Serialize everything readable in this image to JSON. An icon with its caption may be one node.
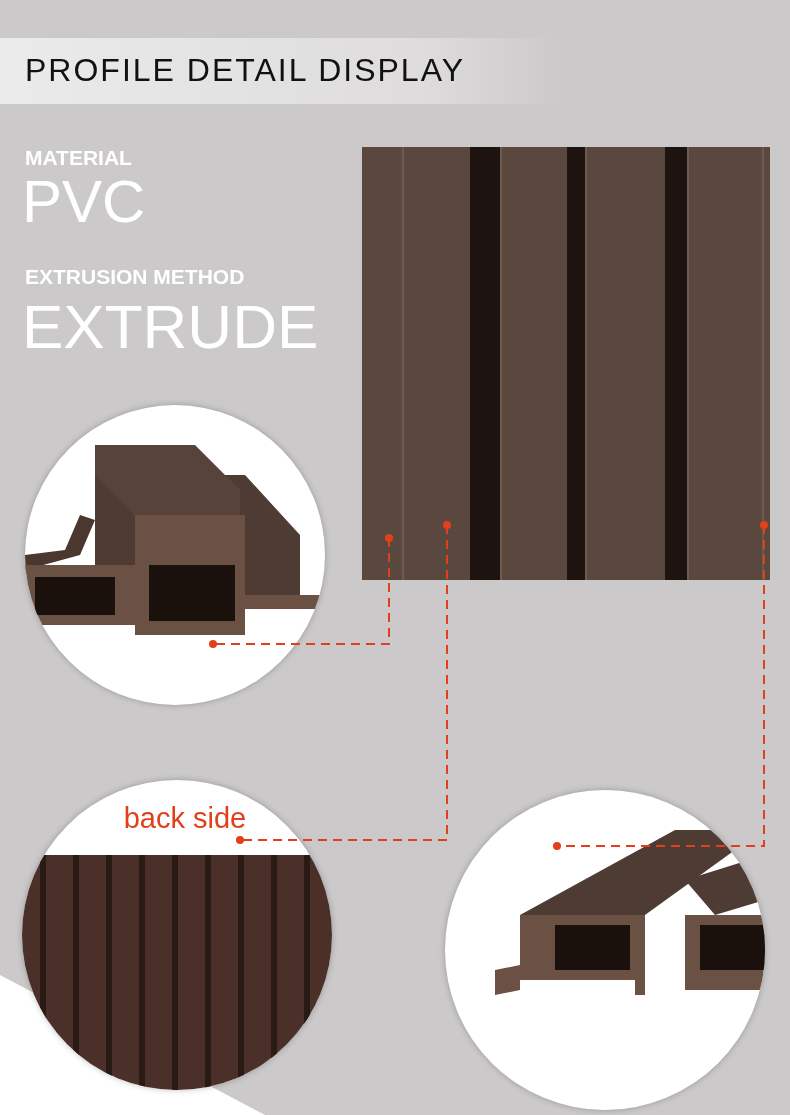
{
  "diagram": {
    "title": "PROFILE DETAIL DISPLAY",
    "nodes": [
      {
        "text": [],
        "shape": "picture"
      },
      {
        "text": [],
        "shape": "picture"
      },
      {
        "text": [
          "back side"
        ]
      },
      {
        "text": [],
        "shape": "picture"
      }
    ],
    "edges": [
      {
        "from": 0,
        "to": 1,
        "arrow": "other",
        "style": "dashed"
      },
      {
        "from": 0,
        "to": 2,
        "arrow": "other",
        "style": "dashed"
      },
      {
        "from": 0,
        "to": 3,
        "arrow": "other",
        "style": "dashed"
      }
    ],
    "labels": [
      "MATERIAL",
      "PVC",
      "EXTRUSION METHOD",
      "EXTRUDE"
    ]
  }
}
